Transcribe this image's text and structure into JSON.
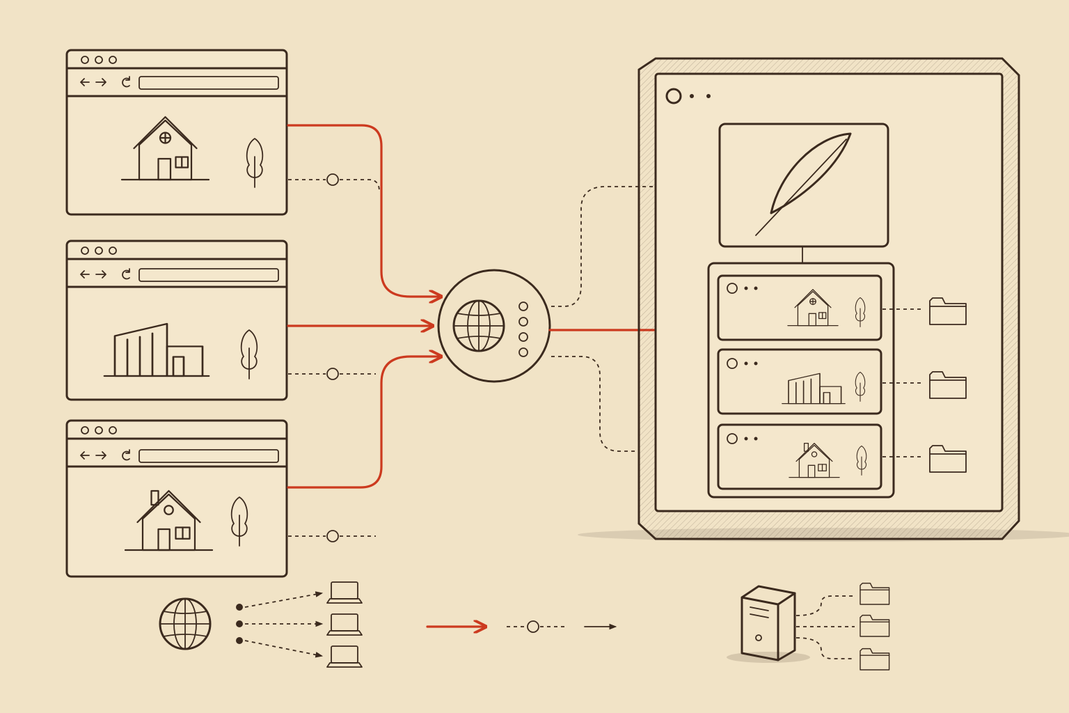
{
  "palette": {
    "paper": "#f1e3c6",
    "ink": "#3b2a1e",
    "accent_red": "#cc3a1f"
  },
  "browser_windows": [
    {
      "name": "browser-window-1",
      "toolbar_icons": [
        "back-arrow-icon",
        "forward-arrow-icon",
        "reload-icon"
      ],
      "content_icon": "gabled-house-icon",
      "link": "solid-red-arrow"
    },
    {
      "name": "browser-window-2",
      "toolbar_icons": [
        "back-arrow-icon",
        "forward-arrow-icon",
        "reload-icon"
      ],
      "content_icon": "modern-house-icon",
      "link": "solid-red-arrow"
    },
    {
      "name": "browser-window-3",
      "toolbar_icons": [
        "back-arrow-icon",
        "forward-arrow-icon",
        "reload-icon"
      ],
      "content_icon": "cottage-chimney-icon",
      "link": "solid-red-arrow"
    }
  ],
  "hub": {
    "icon": "globe-icon",
    "status_lights": 4
  },
  "server_panel": {
    "header_icon": "feather-quill-icon",
    "entries": [
      {
        "name": "site-entry-1",
        "icon": "gabled-house-icon",
        "storage_icon": "folder-icon"
      },
      {
        "name": "site-entry-2",
        "icon": "modern-house-icon",
        "storage_icon": "folder-icon"
      },
      {
        "name": "site-entry-3",
        "icon": "cottage-chimney-icon",
        "storage_icon": "folder-icon"
      }
    ]
  },
  "legend": {
    "left_group": {
      "icon": "globe-icon",
      "targets": [
        "laptop-icon",
        "laptop-icon",
        "laptop-icon"
      ]
    },
    "arrow_styles": [
      "solid-red-arrow",
      "dashed-node-link",
      "plain-arrow"
    ],
    "right_group": {
      "icon": "server-tower-icon",
      "targets": [
        "folder-icon",
        "folder-icon",
        "folder-icon"
      ]
    }
  }
}
